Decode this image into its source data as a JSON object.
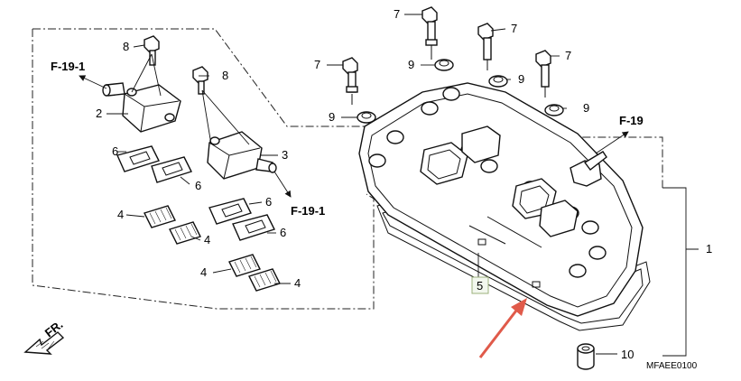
{
  "diagram": {
    "part_numbers": {
      "p1": "1",
      "p2": "2",
      "p3": "3",
      "p4": "4",
      "p5": "5",
      "p6": "6",
      "p7": "7",
      "p8": "8",
      "p9": "9",
      "p10": "10"
    },
    "refs": {
      "f19": "F-19",
      "f191": "F-19-1"
    },
    "direction_label": "FR.",
    "diagram_code": "MFAEE0100",
    "colors": {
      "line": "#111111",
      "arrow": "#e05a4a",
      "box5_fill": "#f2f7ee",
      "box5_stroke": "#9cb07c"
    }
  }
}
